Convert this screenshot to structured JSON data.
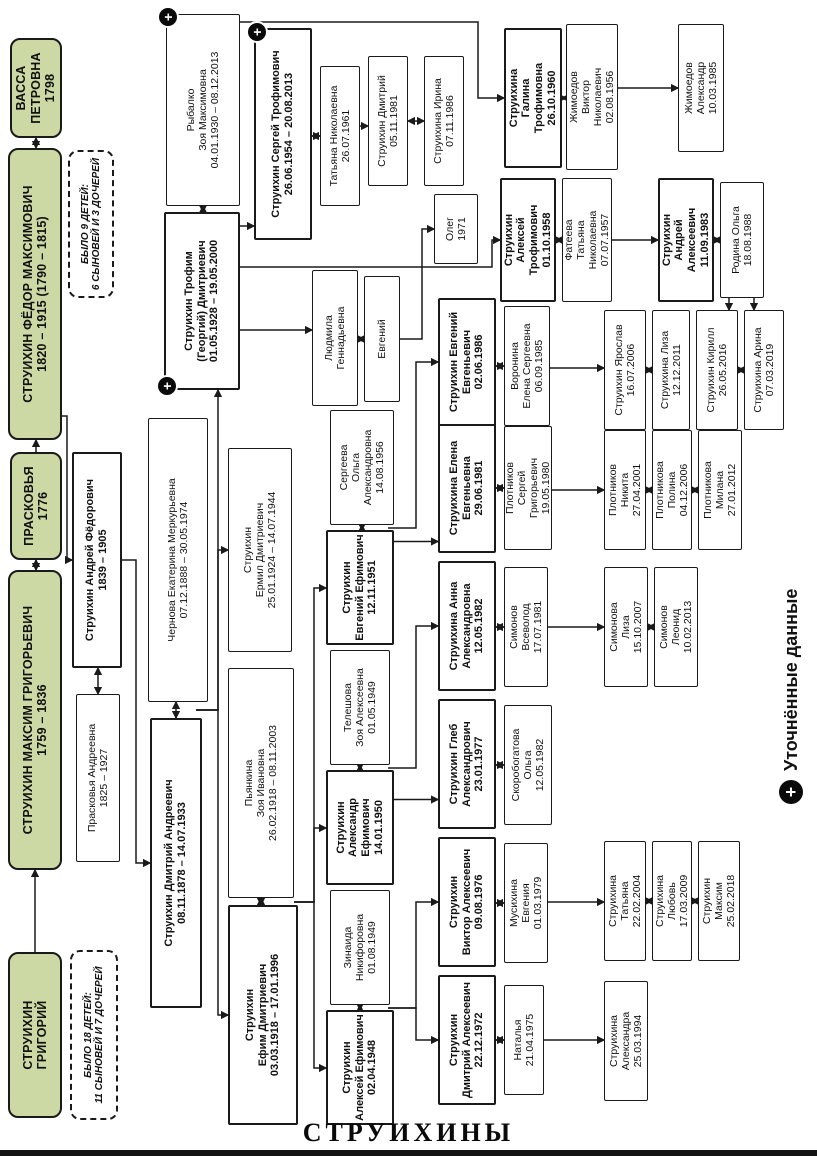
{
  "title": "СТРУИХИНЫ",
  "legend": {
    "marker_label": "Уточнённые данные"
  },
  "colors": {
    "green_box": "#cdd9a5",
    "line": "#1a1a1a",
    "paper": "#ffffff"
  },
  "nodes": {
    "grigory": {
      "text": "СТРУИХИН\nГРИГОРИЙ"
    },
    "note18": {
      "text": "БЫЛО 18 ДЕТЕЙ:\n11 СЫНОВЕЙ И 7 ДОЧЕРЕЙ"
    },
    "maxim": {
      "text": "СТРУИХИН МАКСИМ ГРИГОРЬЕВИЧ\n1759 – 1836"
    },
    "praskovya": {
      "text": "ПРАСКОВЬЯ\n1776"
    },
    "fedor": {
      "text": "СТРУИХИН ФЁДОР МАКСИМОВИЧ\n1820 – 1915 (1790 – 1815)"
    },
    "note9": {
      "text": "БЫЛО 9 ДЕТЕЙ:\n6 СЫНОВЕЙ И 3 ДОЧЕРЕЙ"
    },
    "vassa": {
      "text": "ВАССА\nПЕТРОВНА\n1798"
    },
    "praskovya_a": {
      "text": "Прасковья Андреевна\n1825 – 1927"
    },
    "andrey_f": {
      "text": "Струихин Андрей Фёдорович\n1839 – 1905"
    },
    "dmitry_a": {
      "text": "Струихин Дмитрий Андреевич\n08.11.1878 – 14.07.1933"
    },
    "chernova": {
      "text": "Чернова Екатерина Меркурьевна\n07.12.1888 – 30.05.1974"
    },
    "efim": {
      "text": "Струихин\nЕфим Дмитриевич\n03.03.1918 – 17.01.1996"
    },
    "pyankina": {
      "text": "Пьянкина\nЗоя Ивановна\n26.02.1918 – 08.11.2003"
    },
    "ermil": {
      "text": "Струихин\nЕрмил Дмитриевич\n25.01.1924 – 14.07.1944"
    },
    "trofim": {
      "text": "Струихин Трофим\n(Георгий) Дмитриевич\n01.05.1928 – 19.05.2000",
      "plus": true
    },
    "rybalko": {
      "text": "Рыбалко\nЗоя Максимовна\n04.01.1930 – 08.12.2013",
      "plus": true
    },
    "sergey_t": {
      "text": "Струихин Сергей Трофимович\n26.06.1954 – 20.08.2013",
      "plus": true
    },
    "tatyana_n": {
      "text": "Татьяна Николаевна\n26.07.1961"
    },
    "dmitry_s": {
      "text": "Струихин Дмитрий\n05.11.1981"
    },
    "irina_s": {
      "text": "Струихина Ирина\n07.11.1986"
    },
    "lyudmila": {
      "text": "Людмила\nГеннадьевна"
    },
    "evgeny_t": {
      "text": "Евгений"
    },
    "oleg": {
      "text": "Олег\n1971"
    },
    "aleksey_ef": {
      "text": "Струихин\nАлексей Ефимович\n02.04.1948"
    },
    "zinaida": {
      "text": "Зинаида\nНикифоровна\n01.08.1949"
    },
    "aleksandr_ef": {
      "text": "Струихин\nАлександр\nЕфимович\n14.01.1950"
    },
    "teleshova": {
      "text": "Телешова\nЗоя Алексеевна\n01.05.1949"
    },
    "evgeny_ef": {
      "text": "Струихин\nЕвгений Ефимович\n12.11.1951"
    },
    "sergeeva": {
      "text": "Сергеева\nОльга\nАлександровна\n14.08.1956"
    },
    "dmitry_al": {
      "text": "Струихин\nДмитрий Алексеевич\n22.12.1972"
    },
    "natalya": {
      "text": "Наталья\n21.04.1975"
    },
    "aleksandra": {
      "text": "Струихина\nАлександра\n25.03.1994"
    },
    "viktor_al": {
      "text": "Струихин\nВиктор Алексеевич\n09.08.1976"
    },
    "musikhina": {
      "text": "Мусихина\nЕвгения\n01.03.1979"
    },
    "tatyana_v": {
      "text": "Струихина\nТатьяна\n22.02.2004"
    },
    "lyubov": {
      "text": "Струихина\nЛюбовь\n17.03.2009"
    },
    "maksim_v": {
      "text": "Струихин\nМаксим\n25.02.2018"
    },
    "gleb": {
      "text": "Струихин Глеб\nАлександрович\n23.01.1977"
    },
    "skorobogatova": {
      "text": "Скоробогатова\nОльга\n12.05.1982"
    },
    "anna": {
      "text": "Струихина Анна\nАлександровна\n12.05.1982"
    },
    "simonov_v": {
      "text": "Симонов\nВсеволод\n17.07.1981"
    },
    "simonova_liza": {
      "text": "Симонова\nЛиза\n15.10.2007"
    },
    "simonov_leonid": {
      "text": "Симонов\nЛеонид\n10.02.2013"
    },
    "elena": {
      "text": "Струихина Елена\nЕвгеньевна\n29.06.1981"
    },
    "plotnikov": {
      "text": "Плотников\nСергей\nГригорьевич\n19.05.1980"
    },
    "nikita": {
      "text": "Плотников\nНикита\n27.04.2001"
    },
    "polina": {
      "text": "Плотникова\nПолина\n04.12.2006"
    },
    "milana": {
      "text": "Плотникова\nМилана\n27.01.2012"
    },
    "evgeny_evg": {
      "text": "Струихин Евгений\nЕвгеньевич\n02.06.1986"
    },
    "voronina": {
      "text": "Воронина\nЕлена Сергеевна\n06.09.1985"
    },
    "yaroslav": {
      "text": "Струихин Ярослав\n16.07.2006"
    },
    "liza_s": {
      "text": "Струихина Лиза\n12.12.2011"
    },
    "kirill": {
      "text": "Струихин Кирилл\n26.05.2016"
    },
    "arina": {
      "text": "Струихина Арина\n07.03.2019"
    },
    "aleksey_t": {
      "text": "Струихин\nАлексей\nТрофимович\n01.10.1958"
    },
    "fateeva": {
      "text": "Фатеева\nТатьяна\nНиколаевна\n07.07.1957"
    },
    "andrey_a": {
      "text": "Струихин\nАндрей\nАлексеевич\n11.09.1983"
    },
    "rodina": {
      "text": "Родина Ольга\n18.08.1988"
    },
    "galina": {
      "text": "Струихина\nГалина\nТрофимовна\n26.10.1960"
    },
    "zhim_viktor": {
      "text": "Жимоедов\nВиктор\nНиколаевич\n02.08.1956"
    },
    "zhim_aleksandr": {
      "text": "Жимоедов\nАлександр\n10.03.1985"
    }
  },
  "edges": [
    [
      "grigory",
      "maxim",
      "child"
    ],
    [
      "maxim",
      "praskovya",
      "spouse"
    ],
    [
      "praskovya",
      "fedor",
      "child"
    ],
    [
      "fedor",
      "vassa",
      "spouse"
    ],
    [
      "fedor",
      "andrey_f",
      "child"
    ],
    [
      "praskovya_a",
      "andrey_f",
      "spouse"
    ],
    [
      "andrey_f",
      "dmitry_a",
      "child"
    ],
    [
      "dmitry_a",
      "chernova",
      "spouse"
    ],
    [
      "dmitry_a",
      "efim",
      "child"
    ],
    [
      "dmitry_a",
      "ermil",
      "child"
    ],
    [
      "dmitry_a",
      "trofim",
      "child"
    ],
    [
      "efim",
      "pyankina",
      "spouse"
    ],
    [
      "efim",
      "aleksey_ef",
      "child"
    ],
    [
      "efim",
      "aleksandr_ef",
      "child"
    ],
    [
      "efim",
      "evgeny_ef",
      "child"
    ],
    [
      "trofim",
      "rybalko",
      "spouse"
    ],
    [
      "trofim",
      "sergey_t",
      "child"
    ],
    [
      "trofim",
      "lyudmila",
      "child"
    ],
    [
      "trofim",
      "aleksey_t",
      "child"
    ],
    [
      "trofim",
      "galina",
      "child"
    ],
    [
      "sergey_t",
      "tatyana_n",
      "spouse"
    ],
    [
      "tatyana_n",
      "dmitry_s",
      "child"
    ],
    [
      "dmitry_s",
      "irina_s",
      "sibling"
    ],
    [
      "lyudmila",
      "evgeny_t",
      "spouse"
    ],
    [
      "evgeny_t",
      "oleg",
      "child"
    ],
    [
      "aleksey_t",
      "fateeva",
      "spouse"
    ],
    [
      "fateeva",
      "andrey_a",
      "child"
    ],
    [
      "andrey_a",
      "rodina",
      "spouse"
    ],
    [
      "rodina",
      "kirill",
      "child"
    ],
    [
      "rodina",
      "arina",
      "child"
    ],
    [
      "kirill",
      "arina",
      "sibling"
    ],
    [
      "galina",
      "zhim_viktor",
      "spouse"
    ],
    [
      "zhim_viktor",
      "zhim_aleksandr",
      "child"
    ],
    [
      "aleksey_ef",
      "zinaida",
      "spouse"
    ],
    [
      "aleksandr_ef",
      "teleshova",
      "spouse"
    ],
    [
      "evgeny_ef",
      "sergeeva",
      "spouse"
    ],
    [
      "aleksey_ef",
      "dmitry_al",
      "child"
    ],
    [
      "aleksey_ef",
      "viktor_al",
      "child"
    ],
    [
      "aleksandr_ef",
      "gleb",
      "child"
    ],
    [
      "aleksandr_ef",
      "anna",
      "child"
    ],
    [
      "evgeny_ef",
      "elena",
      "child"
    ],
    [
      "evgeny_ef",
      "evgeny_evg",
      "child"
    ],
    [
      "dmitry_al",
      "natalya",
      "spouse"
    ],
    [
      "natalya",
      "aleksandra",
      "child"
    ],
    [
      "viktor_al",
      "musikhina",
      "spouse"
    ],
    [
      "musikhina",
      "tatyana_v",
      "child"
    ],
    [
      "tatyana_v",
      "lyubov",
      "sibling"
    ],
    [
      "lyubov",
      "maksim_v",
      "sibling"
    ],
    [
      "gleb",
      "skorobogatova",
      "spouse"
    ],
    [
      "anna",
      "simonov_v",
      "spouse"
    ],
    [
      "simonov_v",
      "simonova_liza",
      "child"
    ],
    [
      "simonova_liza",
      "simonov_leonid",
      "sibling"
    ],
    [
      "elena",
      "plotnikov",
      "spouse"
    ],
    [
      "plotnikov",
      "nikita",
      "child"
    ],
    [
      "nikita",
      "polina",
      "sibling"
    ],
    [
      "polina",
      "milana",
      "sibling"
    ],
    [
      "evgeny_evg",
      "voronina",
      "spouse"
    ],
    [
      "voronina",
      "yaroslav",
      "child"
    ],
    [
      "yaroslav",
      "liza_s",
      "sibling"
    ]
  ]
}
